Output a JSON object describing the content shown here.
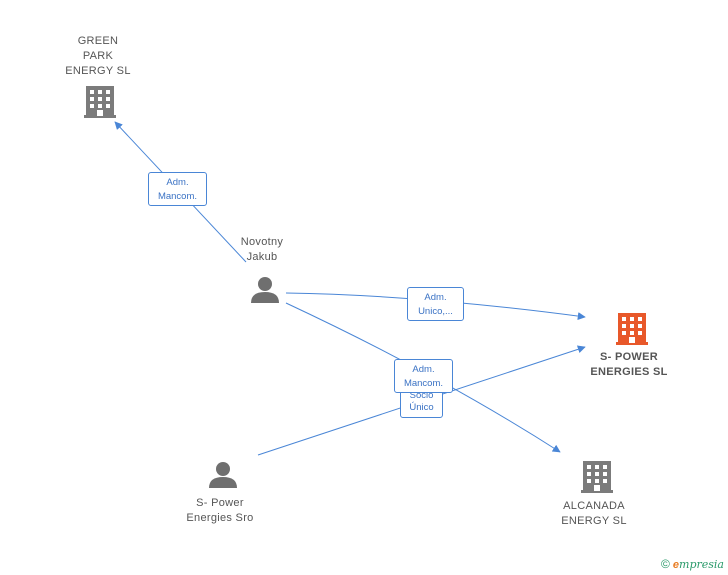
{
  "nodes": {
    "green_park": {
      "label": "GREEN\nPARK\nENERGY  SL",
      "type": "company"
    },
    "novotny": {
      "label": "Novotny\nJakub",
      "type": "person"
    },
    "s_power_sl": {
      "label": "S- POWER\nENERGIES  SL",
      "type": "company",
      "highlight": "#e8582a"
    },
    "s_power_sro": {
      "label": "S- Power\nEnergies Sro",
      "type": "person"
    },
    "alcanada": {
      "label": "ALCANADA\nENERGY  SL",
      "type": "company"
    }
  },
  "edges": {
    "novotny_green_park": {
      "label": "Adm.\nMancom."
    },
    "novotny_s_power": {
      "label": "Adm.\nUnico,..."
    },
    "novotny_alcanada": {
      "label": "Adm.\nMancom."
    },
    "sro_s_power": {
      "label": "Socio\nÚnico"
    }
  },
  "colors": {
    "edge": "#4a86d6",
    "company": "#7b7b7b",
    "person": "#6f6f6f",
    "main_company": "#e8582a"
  },
  "footer": {
    "copyright": "©",
    "brand_initial": "e",
    "brand_rest": "mpresia"
  }
}
